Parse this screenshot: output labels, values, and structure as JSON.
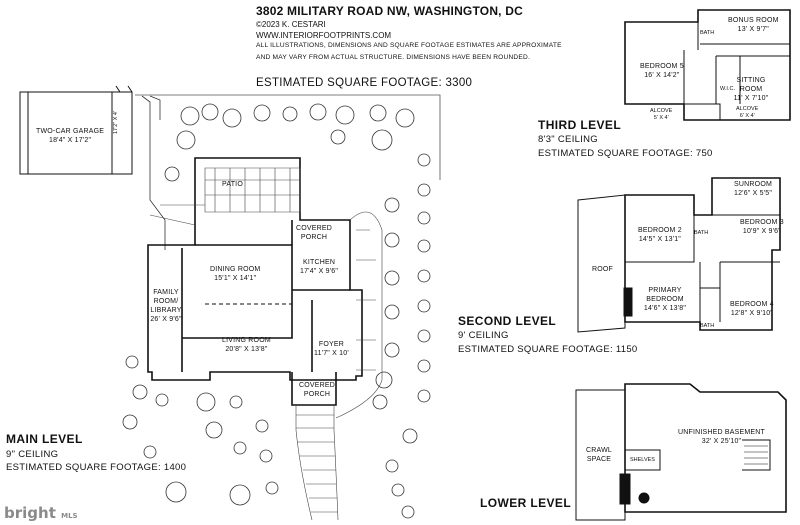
{
  "header": {
    "address": "3802 MILITARY ROAD NW, WASHINGTON, DC",
    "copyright": "©2023 K. CESTARI",
    "website": "WWW.INTERIORFOOTPRINTS.COM",
    "disclaimer_line1": "ALL ILLUSTRATIONS, DIMENSIONS AND SQUARE FOOTAGE ESTIMATES ARE APPROXIMATE",
    "disclaimer_line2": "AND MAY VARY FROM ACTUAL STRUCTURE. DIMENSIONS HAVE BEEN ROUNDED.",
    "total_sqft": "ESTIMATED SQUARE FOOTAGE: 3300"
  },
  "main_level": {
    "title": "MAIN LEVEL",
    "ceiling": "9\" CEILING",
    "sqft": "ESTIMATED SQUARE FOOTAGE: 1400",
    "rooms": {
      "garage_name": "TWO-CAR GARAGE",
      "garage_dim": "18'4\" X 17'2\"",
      "garage_side": "17'2\" X 4'",
      "patio": "PATIO",
      "covered_porch_back": "COVERED PORCH",
      "kitchen_name": "KITCHEN",
      "kitchen_dim": "17'4\" X 9'6\"",
      "dining_name": "DINING ROOM",
      "dining_dim": "15'1\" X 14'1\"",
      "family_name": "FAMILY ROOM/ LIBRARY",
      "family_dim": "26' X 9'6\"",
      "living_name": "LIVING ROOM",
      "living_dim": "20'8\" X 13'8\"",
      "foyer_name": "FOYER",
      "foyer_dim": "11'7\" X 10'",
      "covered_porch_front": "COVERED PORCH"
    }
  },
  "third_level": {
    "title": "THIRD LEVEL",
    "ceiling": "8'3\" CEILING",
    "sqft": "ESTIMATED SQUARE FOOTAGE: 750",
    "rooms": {
      "bonus_name": "BONUS ROOM",
      "bonus_dim": "13' X 9'7\"",
      "bedroom5_name": "BEDROOM 5",
      "bedroom5_dim": "16' X 14'2\"",
      "sitting_name": "SITTING ROOM",
      "sitting_dim": "11' X 7'10\"",
      "bath": "BATH",
      "wic": "W.I.C.",
      "alcove1_name": "ALCOVE",
      "alcove1_dim": "5' X 4'",
      "alcove2_name": "ALCOVE",
      "alcove2_dim": "6' X 4'"
    }
  },
  "second_level": {
    "title": "SECOND LEVEL",
    "ceiling": "9' CEILING",
    "sqft": "ESTIMATED SQUARE FOOTAGE: 1150",
    "rooms": {
      "roof": "ROOF",
      "bedroom2_name": "BEDROOM 2",
      "bedroom2_dim": "14'5\" X 13'1\"",
      "sunroom_name": "SUNROOM",
      "sunroom_dim": "12'6\" X 5'5\"",
      "bedroom3_name": "BEDROOM 3",
      "bedroom3_dim": "10'9\" X 9'6\"",
      "primary_name": "PRIMARY BEDROOM",
      "primary_dim": "14'6\" X 13'8\"",
      "bedroom4_name": "BEDROOM 4",
      "bedroom4_dim": "12'8\" X 9'10\"",
      "bath1": "BATH",
      "bath2": "BATH"
    }
  },
  "lower_level": {
    "title": "LOWER LEVEL",
    "rooms": {
      "basement_name": "UNFINISHED BASEMENT",
      "basement_dim": "32' X 25'10\"",
      "crawl": "CRAWL SPACE",
      "shelves": "SHELVES"
    }
  },
  "watermark": {
    "brand": "bright",
    "mls": "MLS"
  }
}
